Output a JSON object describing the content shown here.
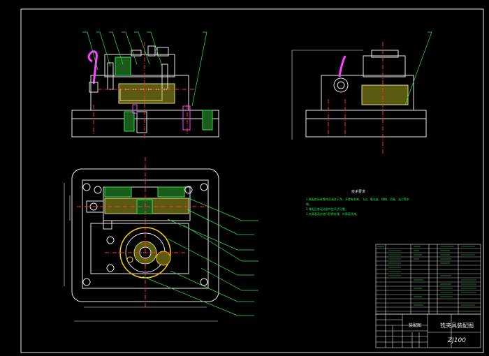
{
  "drawing": {
    "title_block": {
      "drawing_title": "铣夹具装配图",
      "drawing_number": "ZJ100",
      "assembly_label": "装配图"
    },
    "technical_notes": {
      "title": "技术要求",
      "lines": [
        "1.装配前所有零件须清洗干净，不得有毛刺、飞边、氧化皮、锈蚀、切屑、油污等杂物。",
        "2.装配后各运动部件应灵活可靠。",
        "3.夹具表面应进行防锈处理，外表面涂漆。"
      ]
    },
    "colors": {
      "background": "#000000",
      "outline": "#e8e8e8",
      "leader": "#2ee84a",
      "center_line": "#ff3030",
      "part": "#e0d77a",
      "section_hatch": "#2ee84a",
      "handle": "#ff40ff",
      "wheel": "#ffd000",
      "table_lines": "#e8e8e8"
    }
  }
}
